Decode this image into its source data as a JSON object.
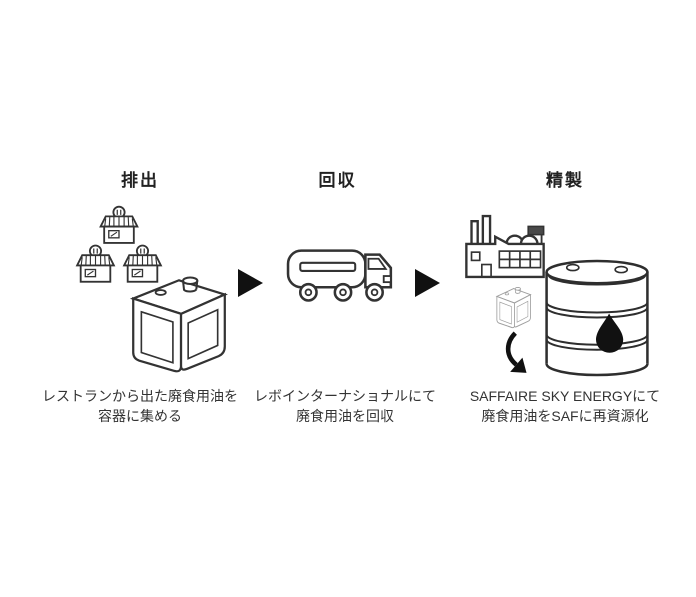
{
  "steps": [
    {
      "heading": "排出",
      "caption": [
        "レストランから出た廃食用油を",
        "容器に集める"
      ],
      "icons": [
        "restaurant-shops-icon",
        "oil-can-icon"
      ]
    },
    {
      "heading": "回収",
      "caption": [
        "レボインターナショナルにて",
        "廃食用油を回収"
      ],
      "icons": [
        "tanker-truck-icon"
      ]
    },
    {
      "heading": "精製",
      "caption": [
        "SAFFAIRE SKY ENERGYにて",
        "廃食用油をSAFに再資源化"
      ],
      "icons": [
        "factory-icon",
        "small-oil-can-icon",
        "curved-down-arrow-icon",
        "oil-drum-icon"
      ]
    }
  ],
  "connectors": [
    {
      "icon": "right-triangle-arrow-icon"
    },
    {
      "icon": "right-triangle-arrow-icon"
    }
  ],
  "colors": {
    "background": "#ffffff",
    "line_art": "#333333",
    "arrow": "#111111",
    "small_can": "#9e9e9e",
    "oil_drop": "#111111",
    "text": "#222222"
  }
}
